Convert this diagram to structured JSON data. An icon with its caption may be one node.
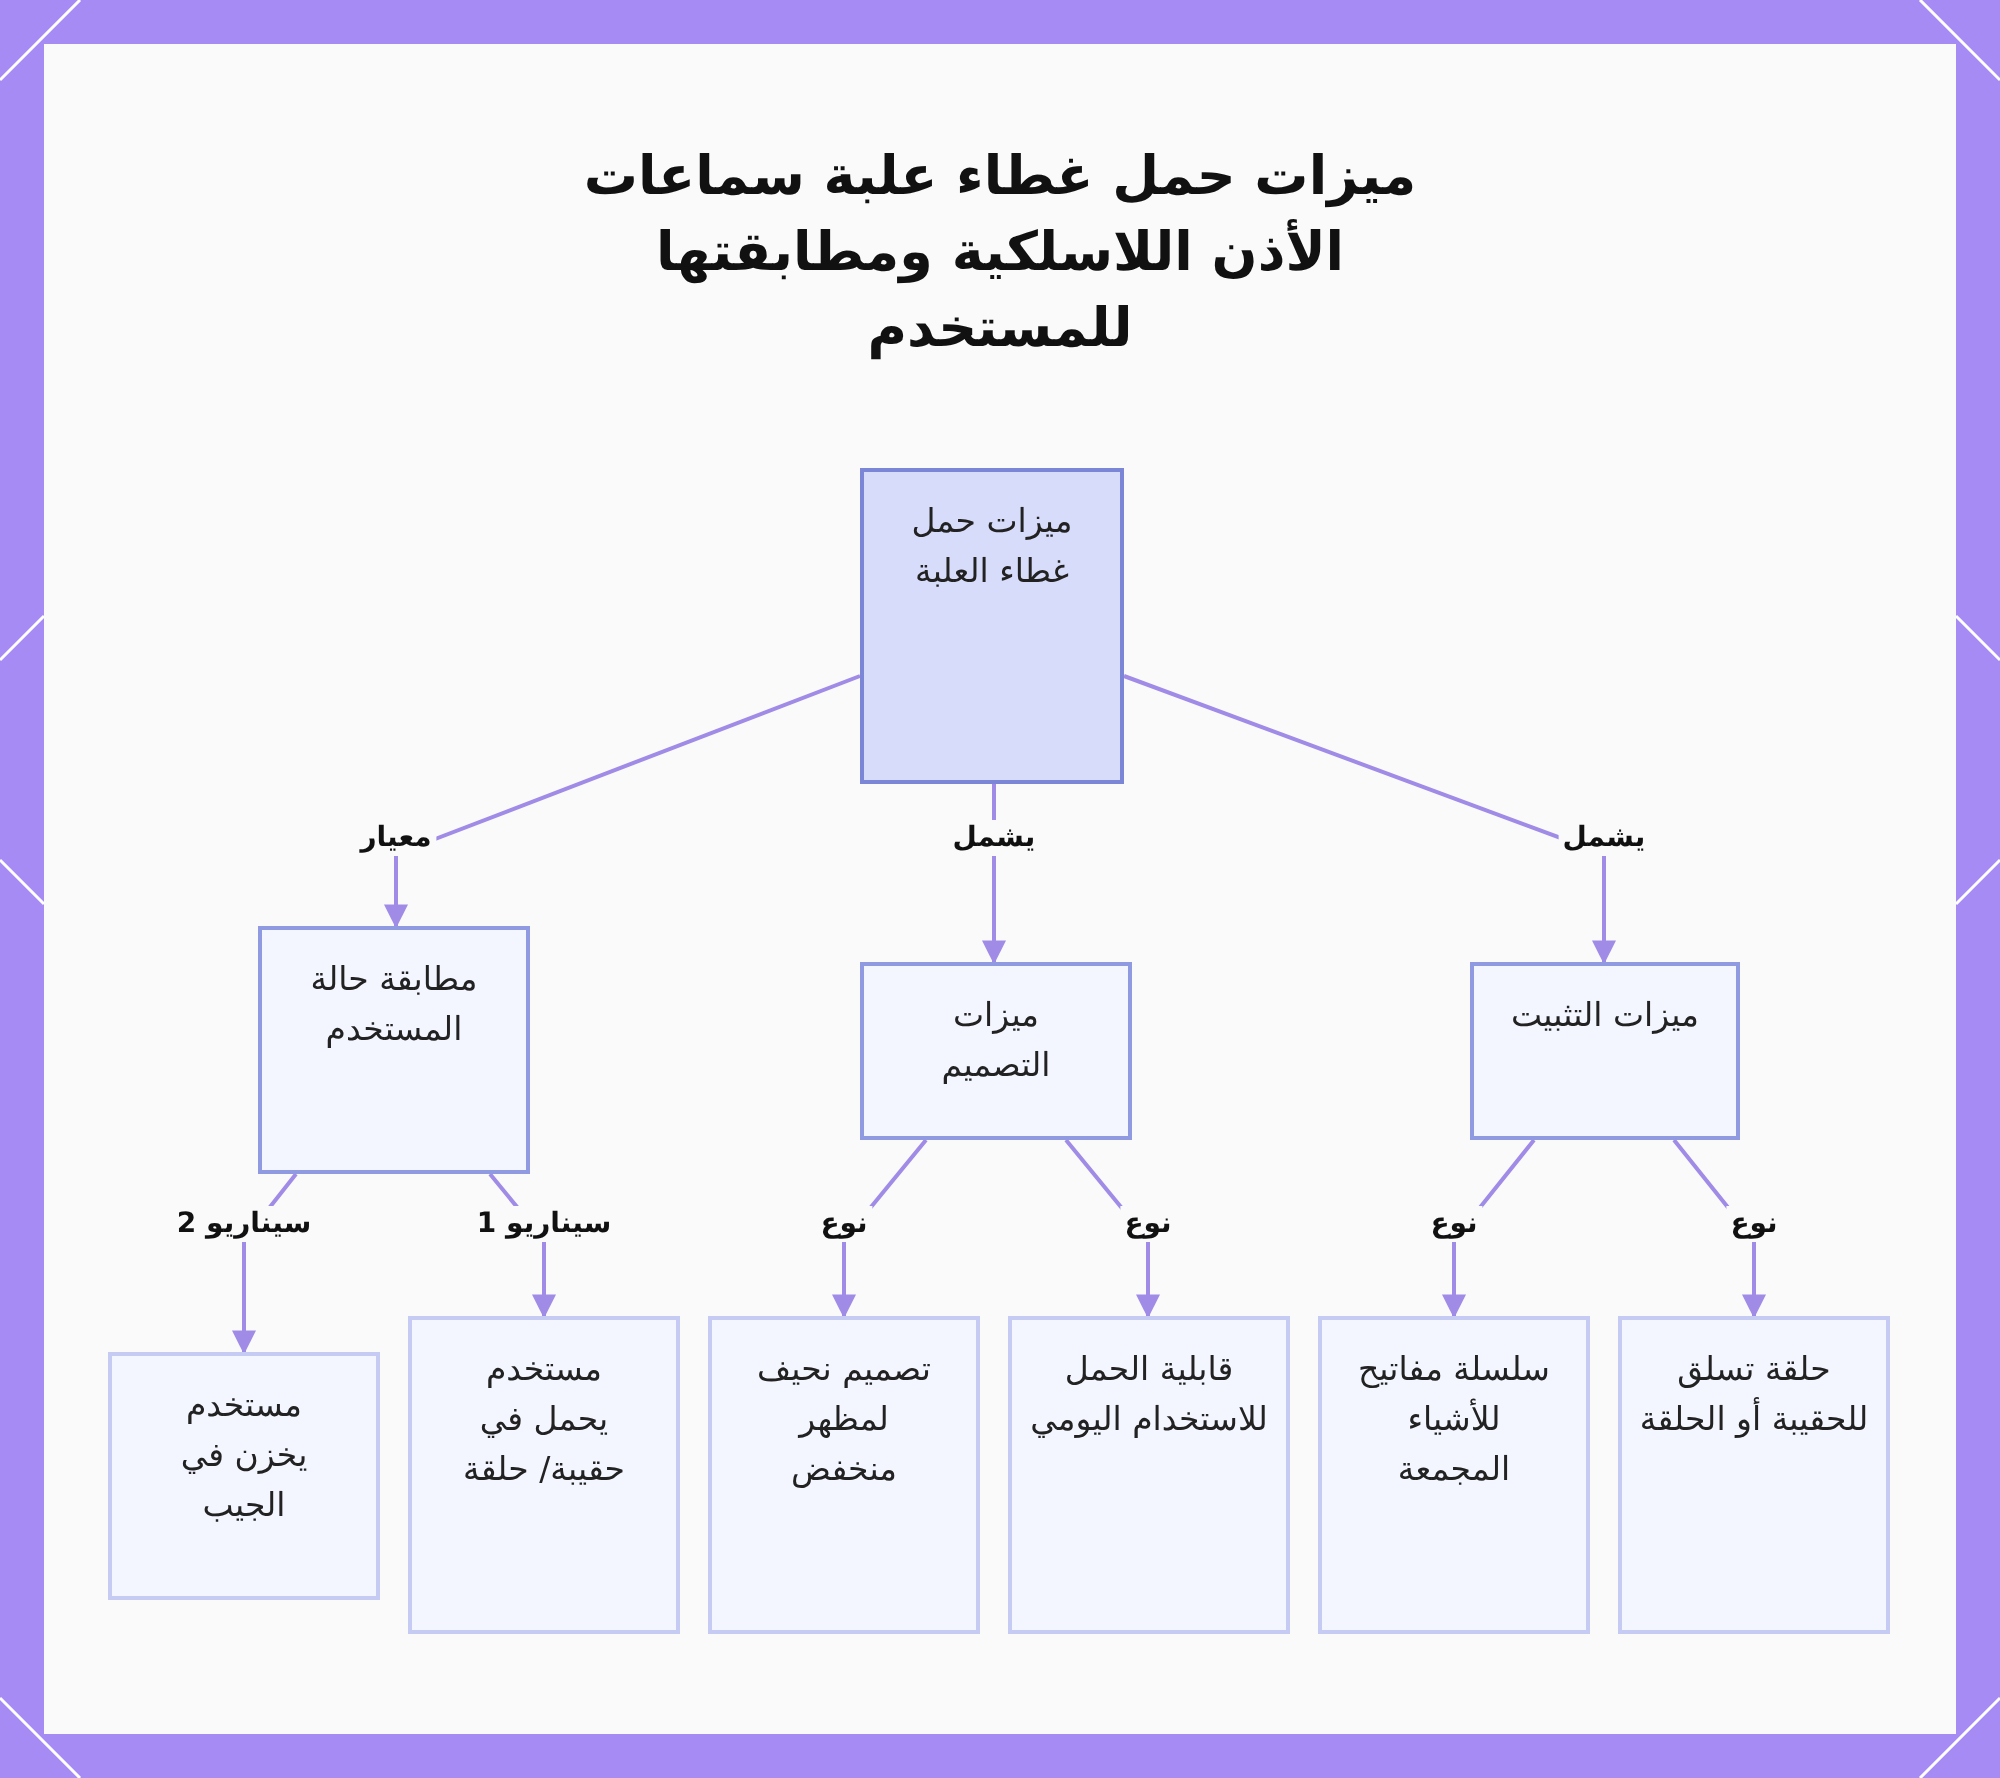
{
  "diagram": {
    "title": "ميزات حمل غطاء علبة سماعات الأذن اللاسلكية ومطابقتها للمستخدم",
    "nodes": [
      {
        "text": [
          "ميزات حمل غطاء العلبة"
        ]
      },
      {
        "text": [
          "مطابقة حالة المستخدم"
        ]
      },
      {
        "text": [
          "ميزات التصميم"
        ]
      },
      {
        "text": [
          "ميزات التثبيت"
        ]
      },
      {
        "text": [
          "مستخدم يخزن في الجيب"
        ]
      },
      {
        "text": [
          "مستخدم يحمل في حقيبة/ حلقة"
        ]
      },
      {
        "text": [
          "تصميم نحيف لمظهر منخفض"
        ]
      },
      {
        "text": [
          "قابلية الحمل للاستخدام اليومي"
        ]
      },
      {
        "text": [
          "سلسلة مفاتيح للأشياء المجمعة"
        ]
      },
      {
        "text": [
          "حلقة تسلق للحقيبة أو الحلقة"
        ]
      }
    ],
    "edges": [
      {
        "from": 0,
        "to": 1,
        "arrow": "to",
        "label": "معيار"
      },
      {
        "from": 0,
        "to": 2,
        "arrow": "to",
        "label": "يشمل"
      },
      {
        "from": 0,
        "to": 3,
        "arrow": "to",
        "label": "يشمل"
      },
      {
        "from": 1,
        "to": 4,
        "arrow": "to",
        "label": "سيناريو 2"
      },
      {
        "from": 1,
        "to": 5,
        "arrow": "to",
        "label": "سيناريو 1"
      },
      {
        "from": 2,
        "to": 6,
        "arrow": "to",
        "label": "نوع"
      },
      {
        "from": 2,
        "to": 7,
        "arrow": "to",
        "label": "نوع"
      },
      {
        "from": 3,
        "to": 8,
        "arrow": "to",
        "label": "نوع"
      },
      {
        "from": 3,
        "to": 9,
        "arrow": "to",
        "label": "نوع"
      }
    ]
  }
}
